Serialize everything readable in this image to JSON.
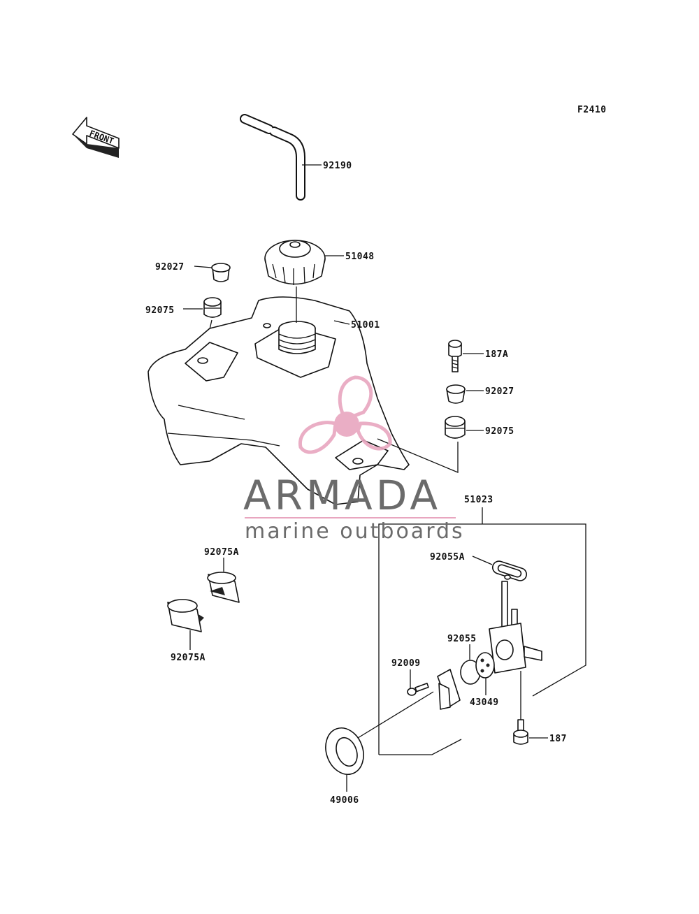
{
  "figure_code": "F2410",
  "front_arrow": {
    "label": "FRONT"
  },
  "parts": {
    "p92190": "92190",
    "p51048": "51048",
    "p92027_left": "92027",
    "p92075_left": "92075",
    "p51001": "51001",
    "p187A": "187A",
    "p92027_right": "92027",
    "p92075_right": "92075",
    "p51023": "51023",
    "p92055A": "92055A",
    "p92075A_top": "92075A",
    "p92075A_bottom": "92075A",
    "p92055": "92055",
    "p92009": "92009",
    "p43049": "43049",
    "p187": "187",
    "p49006": "49006"
  },
  "watermark": {
    "brand": "ARMADA",
    "tagline": "marine outboards",
    "colors": {
      "propeller": "#e8a6bf",
      "text": "#6b6b6b",
      "rule": "#e8a6bf"
    }
  }
}
